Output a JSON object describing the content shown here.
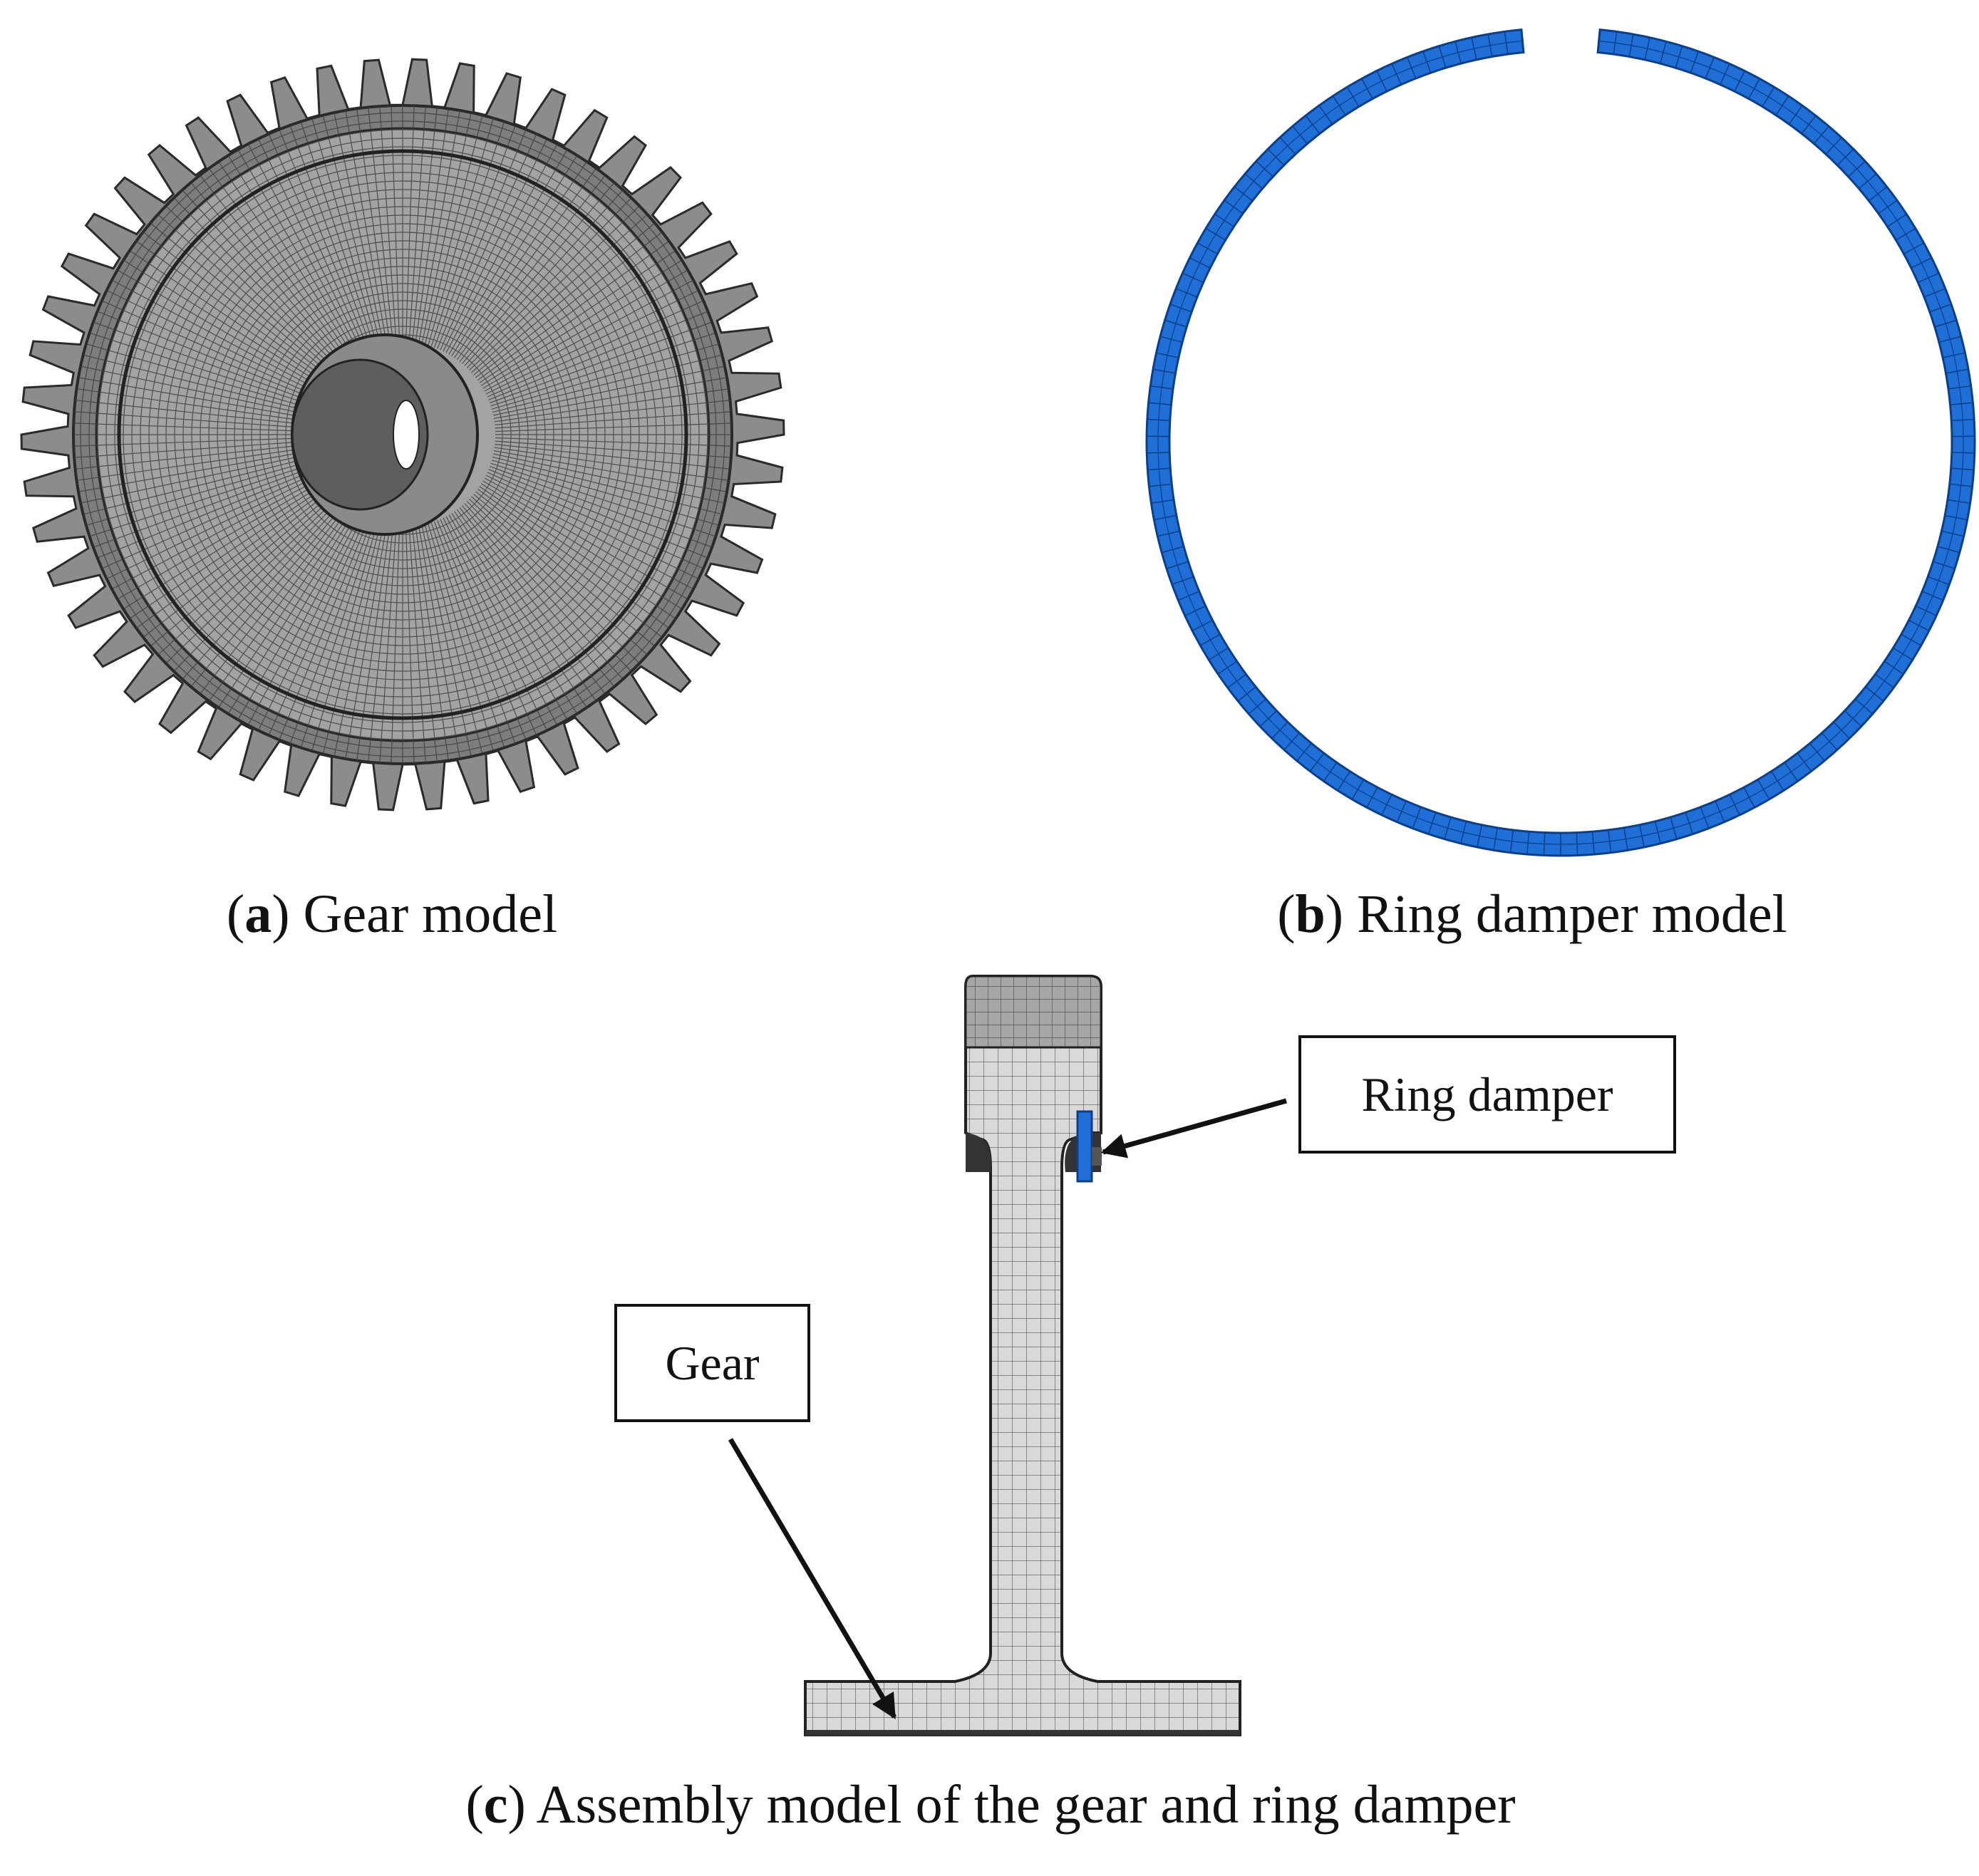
{
  "panels": {
    "a": {
      "letter": "a",
      "caption": "Gear model"
    },
    "b": {
      "letter": "b",
      "caption": "Ring damper model"
    },
    "c": {
      "letter": "c",
      "caption": "Assembly model of the gear and ring damper"
    }
  },
  "callouts": {
    "ring_damper": "Ring damper",
    "gear": "Gear"
  },
  "colors": {
    "gear_fill": "#8c8c8c",
    "gear_dark": "#2a2a2a",
    "mesh_light": "#d9d9d9",
    "mesh_line": "#555555",
    "ring_blue": "#1f6fd6",
    "ring_blue_dark": "#0b3f8a"
  }
}
